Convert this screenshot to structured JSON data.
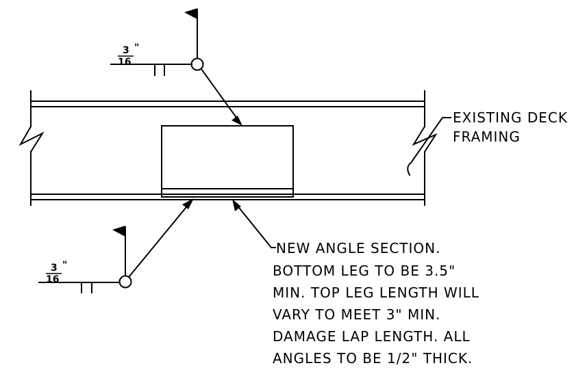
{
  "weld_symbols": {
    "top": {
      "size_numerator": "3",
      "size_denominator": "16",
      "inch_mark": "\""
    },
    "bottom": {
      "size_numerator": "3",
      "size_denominator": "16",
      "inch_mark": "\""
    }
  },
  "callouts": {
    "existing": {
      "line1": "EXISTING DECK",
      "line2": "FRAMING"
    },
    "new_angle": {
      "line1": "NEW ANGLE SECTION.",
      "line2": "BOTTOM LEG TO BE 3.5\"",
      "line3": "MIN. TOP LEG LENGTH WILL",
      "line4": "VARY TO MEET 3\" MIN.",
      "line5": "DAMAGE LAP LENGTH. ALL",
      "line6": "ANGLES TO BE 1/2\" THICK."
    }
  },
  "colors": {
    "ink": "#000000",
    "background": "#ffffff"
  }
}
